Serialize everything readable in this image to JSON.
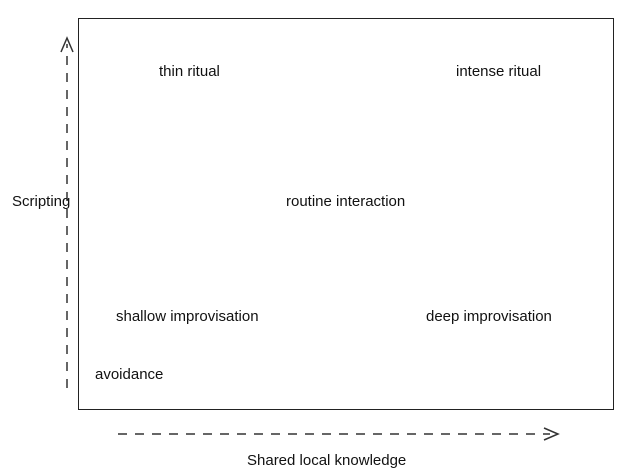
{
  "diagram": {
    "y_axis_label": "Scripting",
    "x_axis_label": "Shared local knowledge",
    "labels": {
      "thin_ritual": "thin ritual",
      "intense_ritual": "intense ritual",
      "routine_interaction": "routine interaction",
      "shallow_improvisation": "shallow improvisation",
      "deep_improvisation": "deep improvisation",
      "avoidance": "avoidance"
    },
    "colors": {
      "line": "#222222",
      "text": "#111111",
      "background": "#ffffff"
    }
  }
}
